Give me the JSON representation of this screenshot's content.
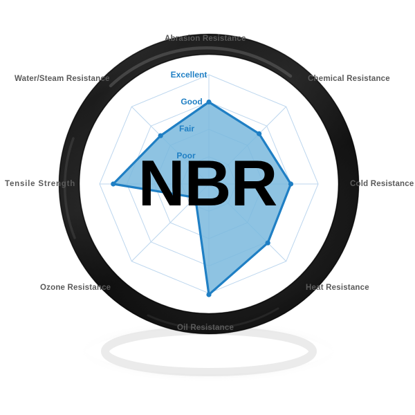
{
  "brand": {
    "label": "NBR"
  },
  "colors": {
    "axis_label": "#5a5a5a",
    "scale_label": "#1f7fc4",
    "grid": "#bcd6ee",
    "series_stroke": "#1f7fc4",
    "series_fill": "#7ab8dd",
    "oring_dark": "#1c1c1c",
    "oring_light": "#4d4d4d",
    "background": "#ffffff",
    "shadow": "#d8d8d8"
  },
  "chart_data": {
    "type": "radar",
    "title": "NBR",
    "xlabel": "",
    "ylabel": "",
    "grid": true,
    "legend_position": "none",
    "axis_count": 8,
    "categories": [
      "Abrasion Resistance",
      "Chemical Resistance",
      "Cold Resistance",
      "Heat Resistance",
      "Oil Resistance",
      "Ozone Resistance",
      "Tensile Strength",
      "Water/Steam Resistance"
    ],
    "tick_labels": [
      "Poor",
      "Fair",
      "Good",
      "Excellent"
    ],
    "tick_values": [
      1,
      2,
      3,
      4
    ],
    "ylim": [
      0,
      4
    ],
    "series": [
      {
        "name": "NBR",
        "values": [
          3.0,
          2.6,
          3.0,
          3.05,
          4.05,
          0.7,
          3.5,
          2.5
        ],
        "value_labels": [
          "Good",
          "Good",
          "Good",
          "Good",
          "Excellent",
          "Poor",
          "Good",
          "Fair"
        ]
      }
    ]
  },
  "axis_labels": [
    {
      "text": "Abrasion Resistance",
      "name": "axis-label-abrasion-resistance"
    },
    {
      "text": "Chemical Resistance",
      "name": "axis-label-chemical-resistance"
    },
    {
      "text": "Cold Resistance",
      "name": "axis-label-cold-resistance"
    },
    {
      "text": "Heat Resistance",
      "name": "axis-label-heat-resistance"
    },
    {
      "text": "Oil Resistance",
      "name": "axis-label-oil-resistance"
    },
    {
      "text": "Ozone Resistance",
      "name": "axis-label-ozone-resistance"
    },
    {
      "text": "Tensile Strength",
      "name": "axis-label-tensile-strength"
    },
    {
      "text": "Water/Steam Resistance",
      "name": "axis-label-water-steam-resistance"
    }
  ],
  "scale_labels": [
    {
      "text": "Excellent"
    },
    {
      "text": "Good"
    },
    {
      "text": "Fair"
    },
    {
      "text": "Poor"
    }
  ]
}
